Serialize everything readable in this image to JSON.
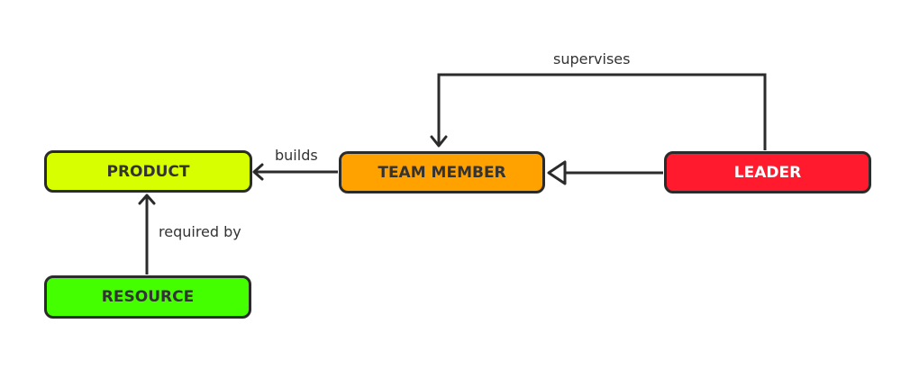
{
  "nodes": {
    "product": {
      "label": "PRODUCT",
      "color": "#d8ff00"
    },
    "team_member": {
      "label": "TEAM MEMBER",
      "color": "#ffa200"
    },
    "leader": {
      "label": "LEADER",
      "color": "#ff1a2d"
    },
    "resource": {
      "label": "RESOURCE",
      "color": "#44ff00"
    }
  },
  "edges": {
    "supervises": {
      "label": "supervises",
      "from": "LEADER",
      "to": "TEAM MEMBER"
    },
    "builds": {
      "label": "builds",
      "from": "TEAM MEMBER",
      "to": "PRODUCT"
    },
    "required_by": {
      "label": "required by",
      "from": "RESOURCE",
      "to": "PRODUCT"
    },
    "inherits": {
      "label": "",
      "from": "LEADER",
      "to": "TEAM MEMBER",
      "arrowhead": "hollow-triangle"
    }
  },
  "colors": {
    "stroke": "#2b2b2b",
    "text": "#333333",
    "leader_text": "#ffffff"
  }
}
